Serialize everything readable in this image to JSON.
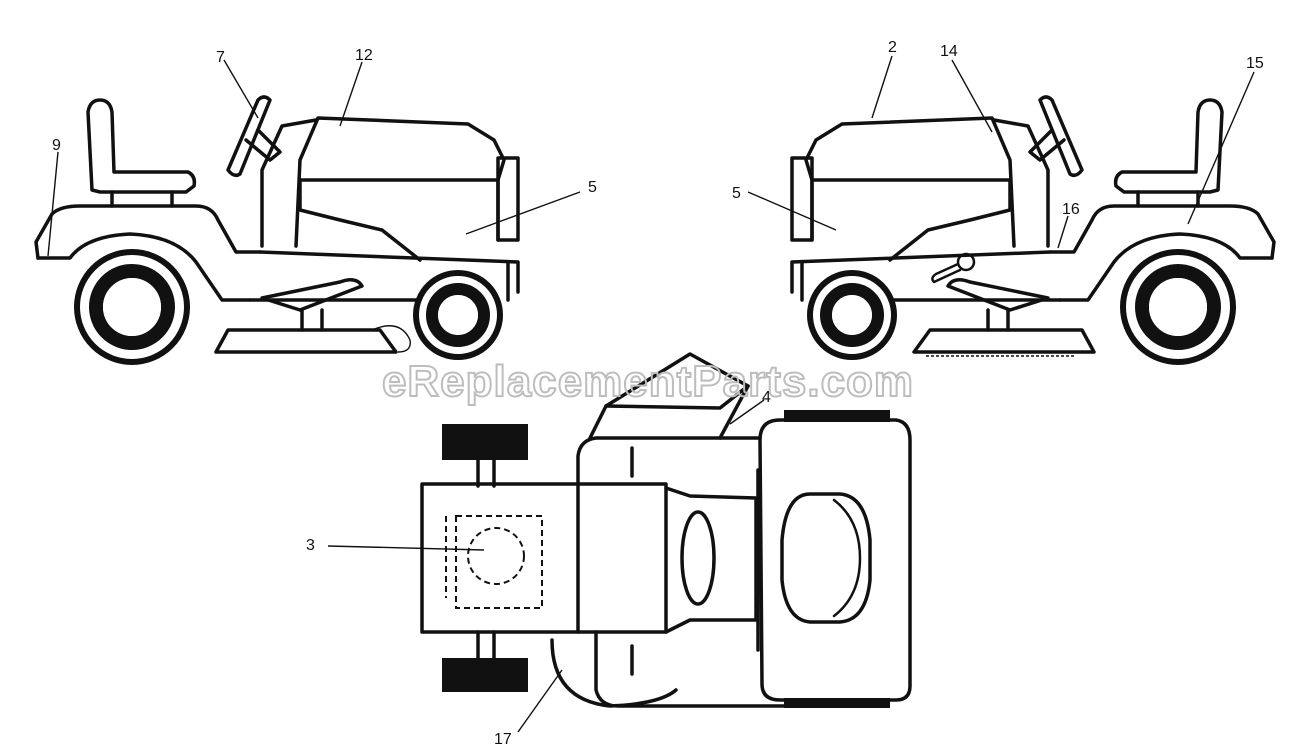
{
  "watermark": "eReplacementParts.com",
  "callouts": {
    "c7": "7",
    "c12": "12",
    "c9": "9",
    "c5_left": "5",
    "c2": "2",
    "c14": "14",
    "c15": "15",
    "c5_right": "5",
    "c16": "16",
    "c4": "4",
    "c3": "3",
    "c17": "17"
  }
}
